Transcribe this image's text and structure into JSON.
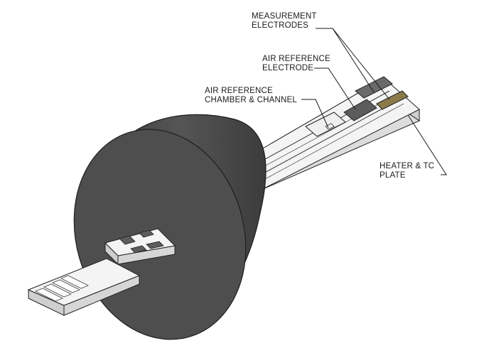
{
  "labels": {
    "measurement_electrodes": {
      "line1": "MEASUREMENT",
      "line2": "ELECTRODES"
    },
    "air_reference_electrode": {
      "line1": "AIR REFERENCE",
      "line2": "ELECTRODE"
    },
    "air_reference_chamber": {
      "line1": "AIR REFERENCE",
      "line2": "CHAMBER & CHANNEL"
    },
    "heater_tc_plate": {
      "line1": "HEATER & TC",
      "line2": "PLATE"
    }
  },
  "colors": {
    "disc_face": "#4e4e4e",
    "disc_rim": "#3a3a3a",
    "strip_top": "#f4f4f4",
    "strip_side": "#dcdcdc",
    "electrode_grey": "#5c5c5c",
    "heater_plate": "#8a7a4a",
    "line": "#1a1a1a"
  }
}
